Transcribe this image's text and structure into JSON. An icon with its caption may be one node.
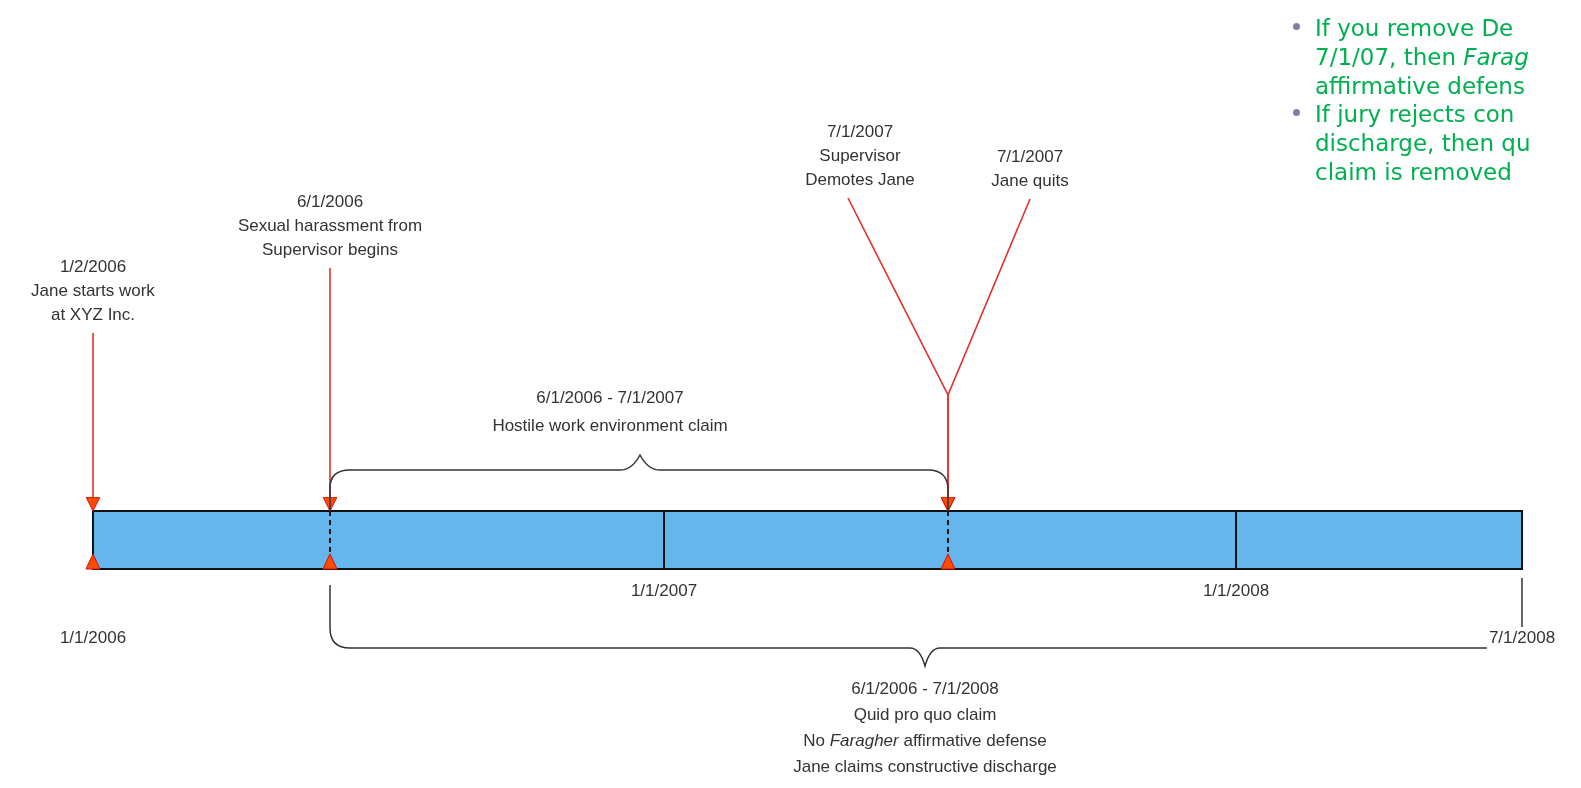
{
  "diagram": {
    "nodes": [
      {
        "text": [
          "1/2/2006",
          "Jane starts work at XYZ Inc."
        ]
      },
      {
        "text": [
          "6/1/2006",
          "Sexual harassment from Supervisor begins"
        ]
      },
      {
        "text": [
          "7/1/2007",
          "Supervisor Demotes Jane"
        ]
      },
      {
        "text": [
          "7/1/2007",
          "Jane quits"
        ]
      },
      {
        "text": [],
        "shape": "bar"
      }
    ],
    "edges": [
      {
        "from": 0,
        "to": 4,
        "arrow": "to"
      },
      {
        "from": 1,
        "to": 4,
        "arrow": "to"
      },
      {
        "from": 2,
        "to": 4,
        "arrow": "to"
      },
      {
        "from": 3,
        "to": 4,
        "arrow": "to"
      }
    ],
    "labels": [
      "If you remove De 7/1/07, then *Farag* affirmative defens",
      "If jury rejects con discharge, then qu claim is removed",
      "6/1/2006 - 7/1/2007",
      "Hostile work environment claim",
      "1/1/2007",
      "1/1/2008",
      "1/1/2006",
      "7/1/2008",
      "6/1/2006 - 7/1/2008",
      "Quid pro quo claim",
      "No *Faragher* affirmative defense",
      "Jane claims constructive discharge"
    ]
  }
}
